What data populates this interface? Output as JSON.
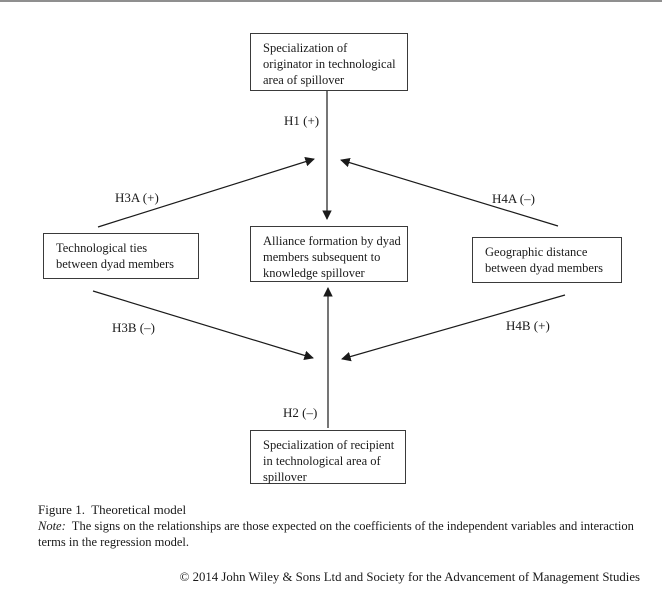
{
  "figure": {
    "boxes": {
      "originator": {
        "lines": [
          "Specialization of",
          "originator in technological",
          "area of spillover"
        ]
      },
      "alliance": {
        "lines": [
          "Alliance formation by dyad",
          "members subsequent to",
          "knowledge spillover"
        ]
      },
      "tech_ties": {
        "lines": [
          "Technological ties",
          "between dyad members"
        ]
      },
      "geo_distance": {
        "lines": [
          "Geographic distance",
          "between dyad members"
        ]
      },
      "recipient": {
        "lines": [
          "Specialization of recipient",
          "in technological area of",
          "spillover"
        ]
      }
    },
    "labels": {
      "h1": "H1 (+)",
      "h2": "H2 (–)",
      "h3a": "H3A (+)",
      "h3b": "H3B (–)",
      "h4a": "H4A (–)",
      "h4b": "H4B (+)"
    }
  },
  "caption": {
    "title": "Figure 1.  Theoretical model",
    "note_label": "Note:",
    "note_text": "  The signs on the relationships are those expected on the coefficients of the independent variables and interaction terms in the regression model."
  },
  "footer": {
    "copyright": "© 2014 John Wiley & Sons Ltd and Society for the Advancement of Management Studies"
  },
  "colors": {
    "line": "#1a1a1a",
    "rule": "#8f8f8f"
  }
}
